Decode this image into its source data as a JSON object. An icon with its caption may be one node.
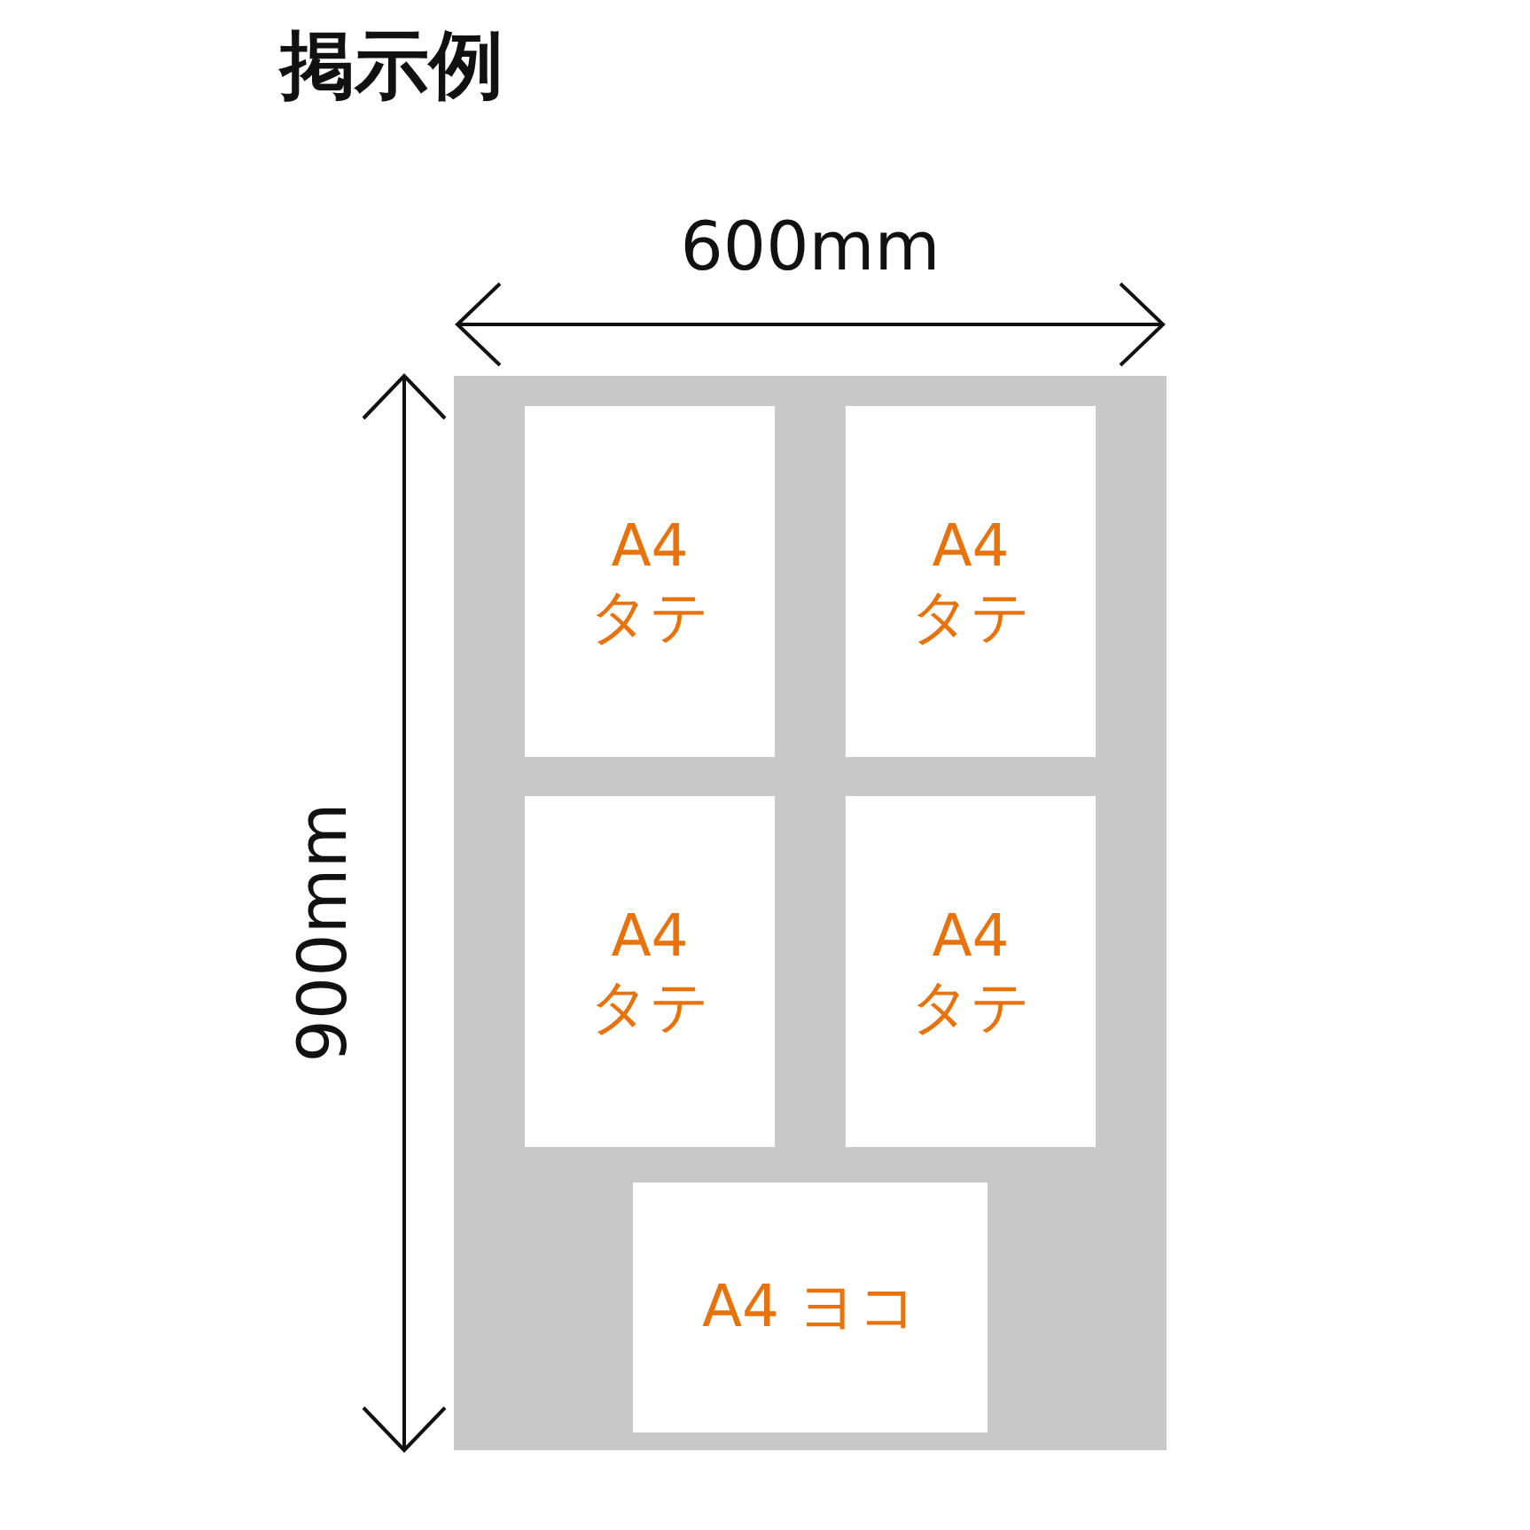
{
  "diagram": {
    "title": "掲示例",
    "nodes": [
      {
        "text": [],
        "shape": "box"
      },
      {
        "text": [
          "A4 タテ"
        ],
        "in": 0
      },
      {
        "text": [
          "A4 タテ"
        ],
        "in": 0
      },
      {
        "text": [
          "A4 タテ"
        ],
        "in": 0
      },
      {
        "text": [
          "A4 タテ"
        ],
        "in": 0
      },
      {
        "text": [
          "A4 ヨコ"
        ],
        "in": 0
      }
    ],
    "labels": [
      "600mm",
      "900mm"
    ]
  }
}
